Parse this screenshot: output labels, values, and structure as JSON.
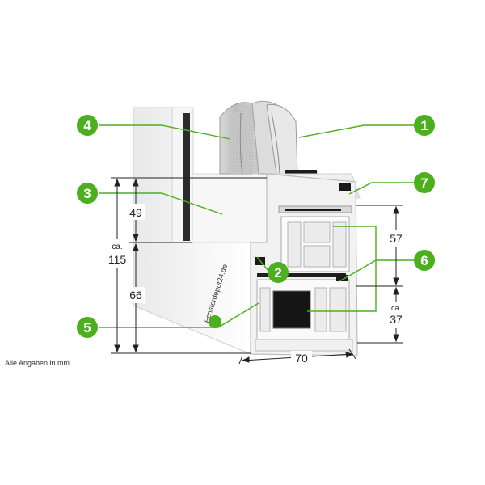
{
  "colors": {
    "accent": "#4caf1e",
    "leader_line": "#4caf1e",
    "frame_white": "#f4f4f4",
    "gasket": "#222222"
  },
  "callouts": [
    {
      "number": "1"
    },
    {
      "number": "2"
    },
    {
      "number": "3"
    },
    {
      "number": "4"
    },
    {
      "number": "5"
    },
    {
      "number": "6"
    },
    {
      "number": "7"
    }
  ],
  "dimensions": {
    "left_total_prefix": "ca.",
    "left_total": "115",
    "left_upper": "49",
    "left_lower": "66",
    "right_upper": "57",
    "right_lower_prefix": "ca.",
    "right_lower": "37",
    "bottom_width": "70"
  },
  "brand_watermark": "Fensterdepot24.de",
  "footnote": "Alle Angaben in mm"
}
